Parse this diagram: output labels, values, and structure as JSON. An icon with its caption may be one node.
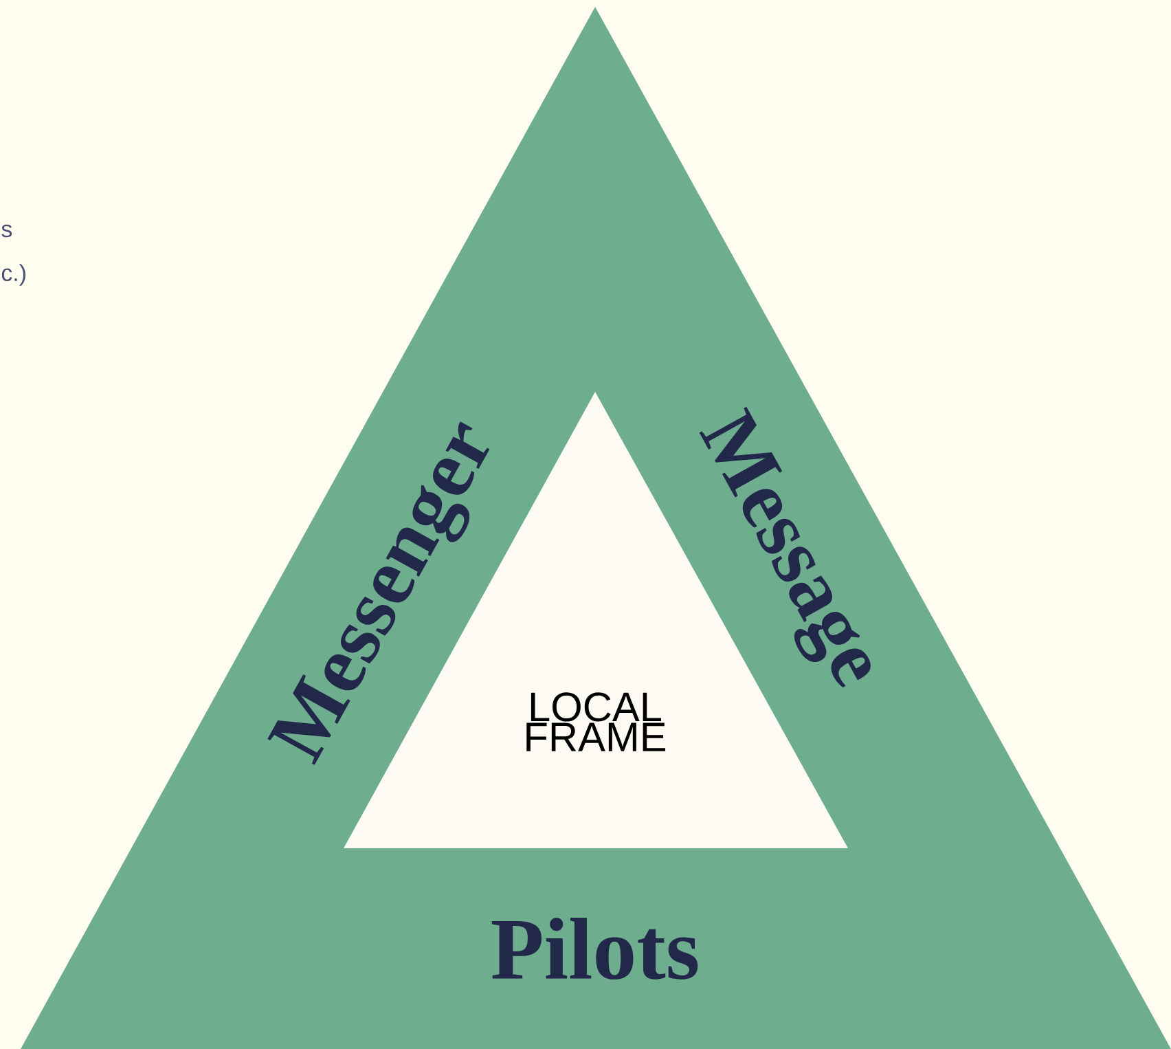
{
  "diagram": {
    "nodes": [
      {
        "text": [
          "Messenger",
          "Message",
          "Pilots"
        ]
      },
      {
        "text": [
          "LOCAL FRAME"
        ],
        "in": 0
      }
    ],
    "labels": [
      "s",
      "c.)"
    ]
  }
}
